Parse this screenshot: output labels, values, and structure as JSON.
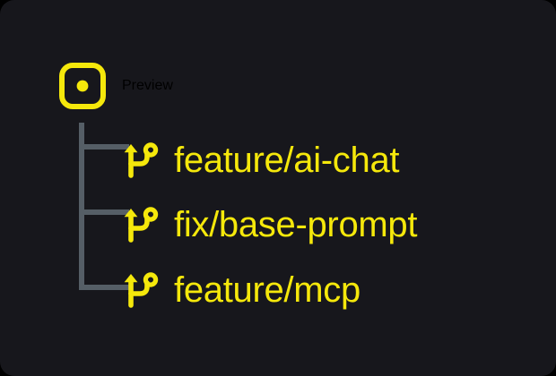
{
  "theme": {
    "page_background": "#000000",
    "card_background": "#17171c",
    "accent_yellow": "#f5e80b",
    "tree_line_gray": "#555e66"
  },
  "tree": {
    "root": {
      "label": "Preview",
      "icon": "rounded-square-dot-icon"
    },
    "branches": [
      {
        "label": "feature/ai-chat",
        "icon": "git-branch-icon"
      },
      {
        "label": "fix/base-prompt",
        "icon": "git-branch-icon"
      },
      {
        "label": "feature/mcp",
        "icon": "git-branch-icon"
      }
    ]
  }
}
